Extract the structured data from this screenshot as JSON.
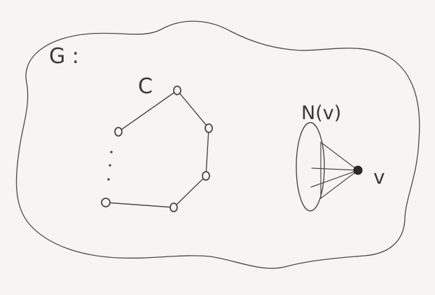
{
  "diagram": {
    "graph_label": "G :",
    "cycle_label": "C",
    "neighborhood_label": "N(v)",
    "vertex_label": "v",
    "colors": {
      "paper": "#f6f5f2",
      "ink": "#4a4a4a",
      "vertex_fill": "#2b2b2b"
    }
  }
}
